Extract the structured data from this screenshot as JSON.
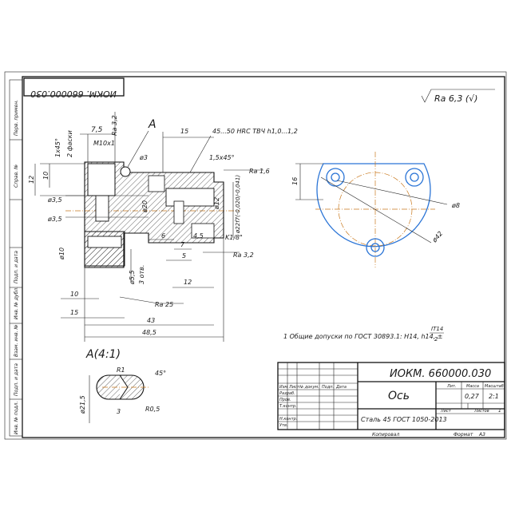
{
  "titles": {
    "stamp_top": "ИОКМ. 660000.030",
    "designation": "ИОКМ. 660000.030",
    "part_name": "Ось",
    "material": "Сталь 45 ГОСТ 1050-2013"
  },
  "title_block": {
    "col_headers": [
      "Изм",
      "Лист",
      "№ докум.",
      "Подп.",
      "Дата"
    ],
    "row_labels": [
      "Разраб.",
      "Пров.",
      "Т.контр.",
      "Н.контр.",
      "Утв."
    ],
    "lit_label": "Лит.",
    "mass_label": "Масса",
    "scale_label": "Масштаб",
    "mass_value": "0,27",
    "scale_value": "2:1",
    "sheet_label": "Лист",
    "sheets_label": "Листов",
    "sheets_value": "1",
    "copied_label": "Копировал",
    "format_label": "Формат",
    "format_value": "А3"
  },
  "side_labels": [
    "Перв. примен.",
    "Справ. №",
    "Подп. и дата",
    "Инв. № дубл.",
    "Взам. инв. №",
    "Подп. и дата",
    "Инв. № подл."
  ],
  "roughness_general": "Ra 6,3 (√)",
  "notes": {
    "note1": "1 Общие допуски по ГОСТ 30893.1: H14, h14, ±",
    "note1_frac_top": "IT14",
    "note1_frac_bottom": "2"
  },
  "section_labels": {
    "view_letter": "A",
    "detail_title": "A(4:1)"
  },
  "dims": {
    "d7_5": "7,5",
    "chamfer1": "1x45°",
    "chamfer2": "2 фаски",
    "thread": "M10x1",
    "ra32_top": "Ra 3,2",
    "d10": "10",
    "d12": "12",
    "d3": "ø3",
    "d3_5a": "ø3,5",
    "d3_5b": "ø3,5",
    "d10b": "ø10",
    "d15": "15",
    "hardness": "45...50 HRC ТВЧ h1,0...1,2",
    "chamfer3": "1,5x45°",
    "ra16": "Ra 1,6",
    "d20": "ø20",
    "d12b": "ø12",
    "d22": "ø22f7(-0,020/-0,041)",
    "d6": "6",
    "d4_5": "4,5",
    "d7": "7",
    "d5": "5",
    "k18": "K1/8\"",
    "ra32_b": "Ra 3,2",
    "d55": "ø5,5",
    "holes": "3 отв.",
    "d12c": "12",
    "d10c": "10",
    "ra25": "Ra 25",
    "d15b": "15",
    "d43": "43",
    "d485": "48,5",
    "r1": "R1",
    "a45": "45°",
    "d215": "ø21,5",
    "d3c": "3",
    "r05": "R0,5",
    "d16": "16",
    "d8": "ø8",
    "d42": "ø42"
  }
}
